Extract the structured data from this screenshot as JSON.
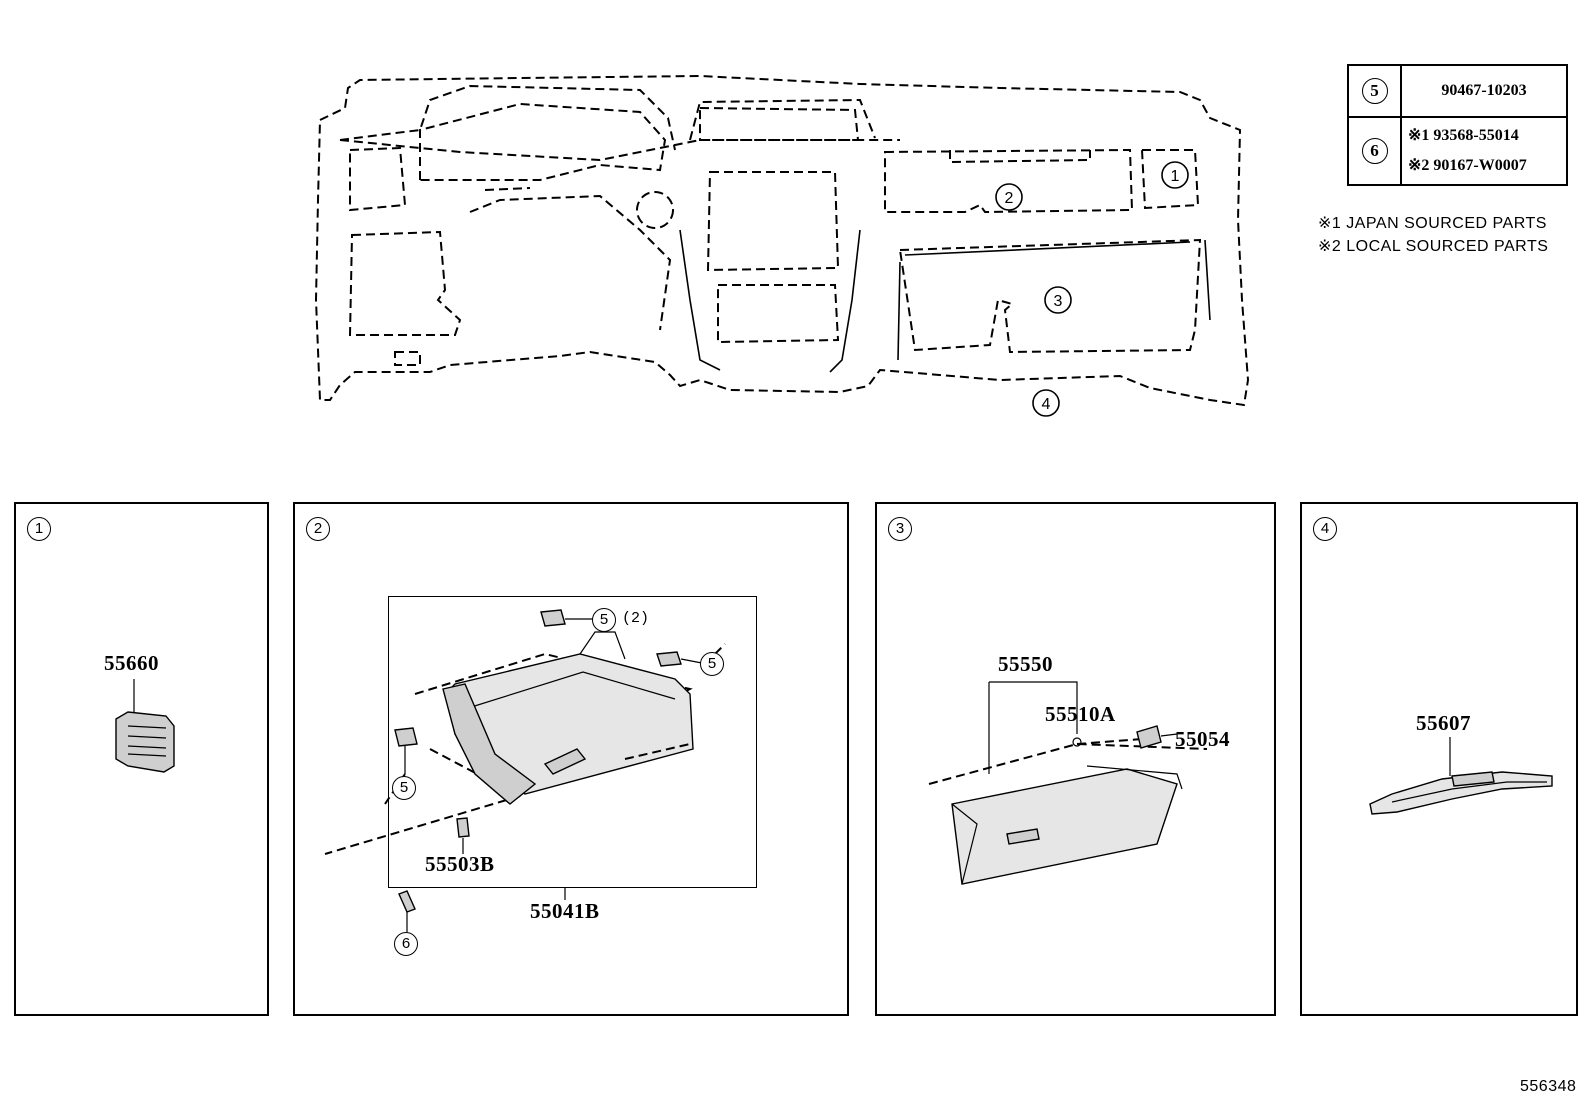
{
  "reference_table": {
    "rows": [
      {
        "key": "5",
        "lines": [
          "90467-10203"
        ]
      },
      {
        "key": "6",
        "lines": [
          "※1 93568-55014",
          "※2 90167-W0007"
        ]
      }
    ]
  },
  "notes": [
    "※1 JAPAN SOURCED PARTS",
    "※2 LOCAL SOURCED PARTS"
  ],
  "overview": {
    "callouts": [
      "1",
      "2",
      "3",
      "4"
    ]
  },
  "panels": [
    {
      "id": "1",
      "parts": [
        "55660"
      ]
    },
    {
      "id": "2",
      "parts": [
        "5",
        "(2)",
        "5",
        "5",
        "55503B",
        "55041B",
        "6"
      ]
    },
    {
      "id": "3",
      "parts": [
        "55550",
        "55510A",
        "55054"
      ]
    },
    {
      "id": "4",
      "parts": [
        "55607"
      ]
    }
  ],
  "diagram_id": "556348"
}
